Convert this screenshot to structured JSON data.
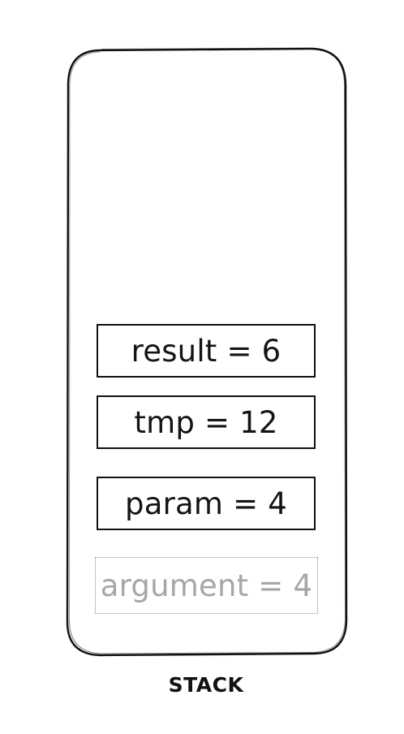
{
  "stack": {
    "label": "STACK",
    "frames": [
      {
        "text": "result = 6",
        "state": "active"
      },
      {
        "text": "tmp = 12",
        "state": "active"
      },
      {
        "text": "param = 4",
        "state": "active"
      },
      {
        "text": "argument = 4",
        "state": "faded"
      }
    ]
  },
  "colors": {
    "outline": "#111111",
    "text": "#141414",
    "faded_text": "#a6a6a6",
    "faded_border": "#8a8a8a",
    "background": "#ffffff"
  }
}
